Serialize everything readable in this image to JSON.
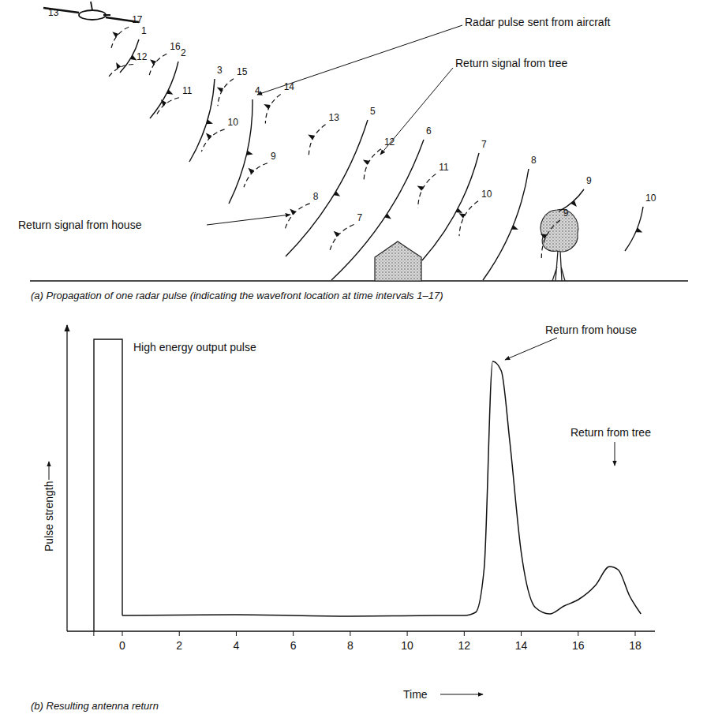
{
  "diagram": {
    "labels": [
      "Radar pulse sent from aircraft",
      "Return signal from tree",
      "Return signal from house",
      "1",
      "2",
      "3",
      "4",
      "5",
      "6",
      "7",
      "8",
      "9",
      "10",
      "7",
      "8",
      "9",
      "10",
      "11",
      "12",
      "13",
      "9",
      "10",
      "11",
      "12",
      "13",
      "14",
      "15",
      "16",
      "17",
      "(a) Propagation of one radar pulse (indicating the wavefront location at time intervals 1–17)",
      "Pulse strength",
      "High energy output pulse",
      "Return from house",
      "Return from tree",
      "0",
      "2",
      "4",
      "6",
      "8",
      "10",
      "12",
      "14",
      "16",
      "18",
      "Time",
      "(b) Resulting antenna return"
    ]
  }
}
